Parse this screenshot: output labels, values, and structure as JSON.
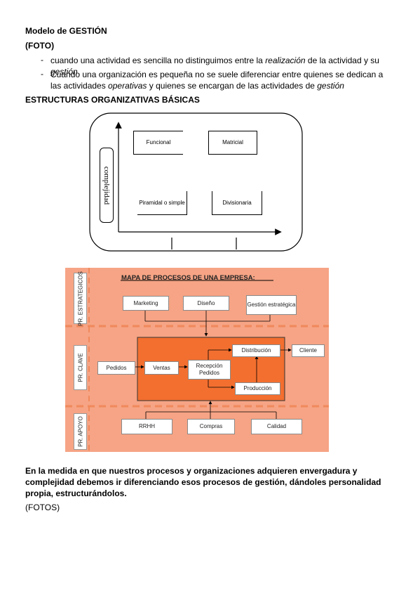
{
  "doc": {
    "title": "Modelo de GESTIÓN",
    "foto_label": "(FOTO)",
    "bullets": [
      {
        "marker": "-",
        "parts": [
          {
            "text": "cuando una actividad es sencilla no distinguimos entre la ",
            "italic": false
          },
          {
            "text": "realización",
            "italic": true
          },
          {
            "text": " de la actividad y su ",
            "italic": false
          },
          {
            "text": "gestión",
            "italic": true
          }
        ]
      },
      {
        "marker": "-",
        "parts": [
          {
            "text": "Cuando una organización es pequeña no se suele diferenciar entre quienes se dedican a las actividades ",
            "italic": false
          },
          {
            "text": "operativas",
            "italic": true
          },
          {
            "text": " y quienes se encargan de las actividades de ",
            "italic": false
          },
          {
            "text": "gestión",
            "italic": true
          }
        ]
      }
    ],
    "section_heading": "ESTRUCTURAS ORGANIZATIVAS BÁSICAS",
    "paragraph": "En la medida en que nuestros procesos y organizaciones adquieren envergadura y complejidad debemos ir diferenciando esos procesos de gestión, dándoles personalidad propia, estructurándolos.",
    "fotos_label": "(FOTOS)"
  },
  "structures_diagram": {
    "axis_label": "complejidad",
    "boxes": {
      "funcional": "Funcional",
      "matricial": "Matricial",
      "piramidal": "Piramidal o simple",
      "divisionaria": "Divisionaria"
    }
  },
  "process_map": {
    "title": "MAPA DE PROCESOS DE UNA EMPRESA:",
    "colors": {
      "bg": "#f6a485",
      "core": "#f36f2f",
      "dash": "#f0895c"
    },
    "lanes": {
      "strategic": "PR. ESTRATEGICOS",
      "key": "PR. CLAVE",
      "support": "PR. APOYO"
    },
    "boxes": {
      "marketing": "Marketing",
      "diseno": "Diseño",
      "gestion": "Gestión estratégica",
      "pedidos": "Pedidos",
      "ventas": "Ventas",
      "recepcion": "Recepción Pedidos",
      "distribucion": "Distribución",
      "produccion": "Producción",
      "cliente": "Cliente",
      "rrhh": "RRHH",
      "compras": "Compras",
      "calidad": "Calidad"
    }
  }
}
